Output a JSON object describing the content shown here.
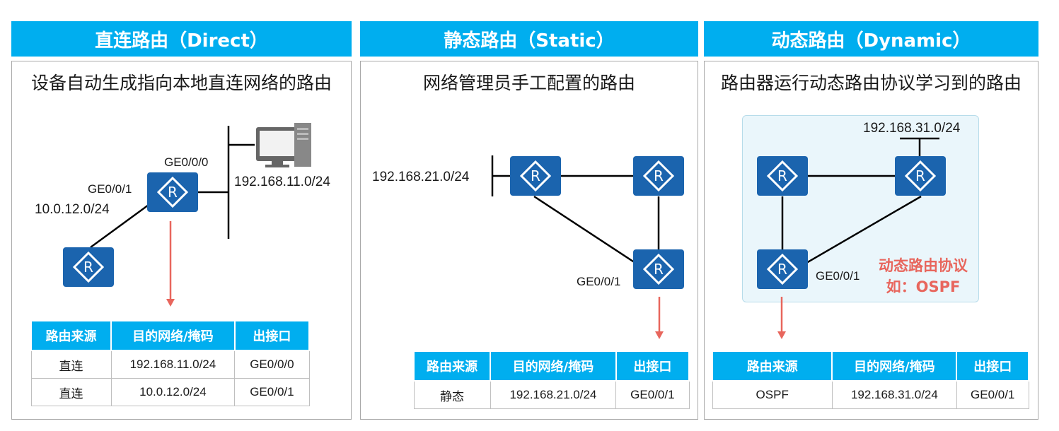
{
  "panels": [
    {
      "title": "直连路由（Direct）",
      "subtitle": "设备自动生成指向本地直连网络的路由",
      "labels": {
        "ge000": "GE0/0/0",
        "ge001": "GE0/0/1",
        "net_a": "10.0.12.0/24",
        "net_b": "192.168.11.0/24"
      },
      "table": {
        "headers": [
          "路由来源",
          "目的网络/掩码",
          "出接口"
        ],
        "rows": [
          [
            "直连",
            "192.168.11.0/24",
            "GE0/0/0"
          ],
          [
            "直连",
            "10.0.12.0/24",
            "GE0/0/1"
          ]
        ]
      }
    },
    {
      "title": "静态路由（Static）",
      "subtitle": "网络管理员手工配置的路由",
      "labels": {
        "net": "192.168.21.0/24",
        "ge001": "GE0/0/1"
      },
      "table": {
        "headers": [
          "路由来源",
          "目的网络/掩码",
          "出接口"
        ],
        "rows": [
          [
            "静态",
            "192.168.21.0/24",
            "GE0/0/1"
          ]
        ]
      }
    },
    {
      "title": "动态路由（Dynamic）",
      "subtitle": "路由器运行动态路由协议学习到的路由",
      "labels": {
        "net": "192.168.31.0/24",
        "ge001": "GE0/0/1",
        "note_line1": "动态路由协议",
        "note_line2": "如：OSPF"
      },
      "table": {
        "headers": [
          "路由来源",
          "目的网络/掩码",
          "出接口"
        ],
        "rows": [
          [
            "OSPF",
            "192.168.31.0/24",
            "GE0/0/1"
          ]
        ]
      }
    }
  ],
  "icons": {
    "router": "router-icon",
    "computer": "computer-icon",
    "arrow": "arrow-down-icon"
  },
  "colors": {
    "header_bg": "#00aeef",
    "router": "#1b64ae",
    "arrow": "#e8665d",
    "note": "#e8665d"
  }
}
